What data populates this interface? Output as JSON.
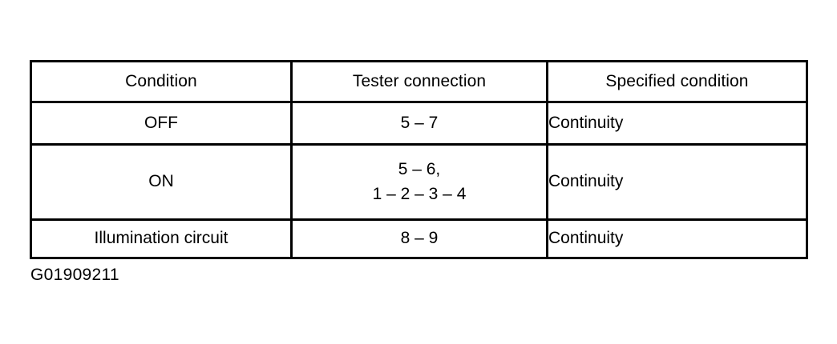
{
  "figure": {
    "caption": "G01909211",
    "ink_color": "#000000",
    "background_color": "#ffffff"
  },
  "table": {
    "columns": [
      {
        "key": "condition",
        "header": "Condition",
        "align": "center"
      },
      {
        "key": "tester",
        "header": "Tester connection",
        "align": "center"
      },
      {
        "key": "specified",
        "header": "Specified condition",
        "align": "left"
      }
    ],
    "rows": [
      {
        "condition": "OFF",
        "tester_lines": [
          "5 – 7"
        ],
        "specified": "Continuity"
      },
      {
        "condition": "ON",
        "tester_lines": [
          "5 – 6,",
          "1 – 2 – 3 – 4"
        ],
        "specified": "Continuity"
      },
      {
        "condition": "Illumination circuit",
        "tester_lines": [
          "8 – 9"
        ],
        "specified": "Continuity"
      }
    ]
  }
}
